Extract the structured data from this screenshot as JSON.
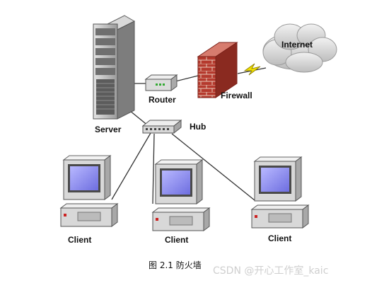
{
  "labels": {
    "internet": "Internet",
    "router": "Router",
    "firewall": "Firewall",
    "server": "Server",
    "hub": "Hub",
    "client_1": "Client",
    "client_2": "Client",
    "client_3": "Client"
  },
  "caption": "图 2.1 防火墙",
  "watermark": "CSDN @开心工作室_kaic",
  "colors": {
    "server_body": "#b0b0b0",
    "firewall_brick": "#b53a2e",
    "cloud": "#d8d8d8",
    "lightning": "#f0e000",
    "screen": "#8888ee",
    "monitor_bezel": "#d8d8d8",
    "link_line": "#333333"
  }
}
